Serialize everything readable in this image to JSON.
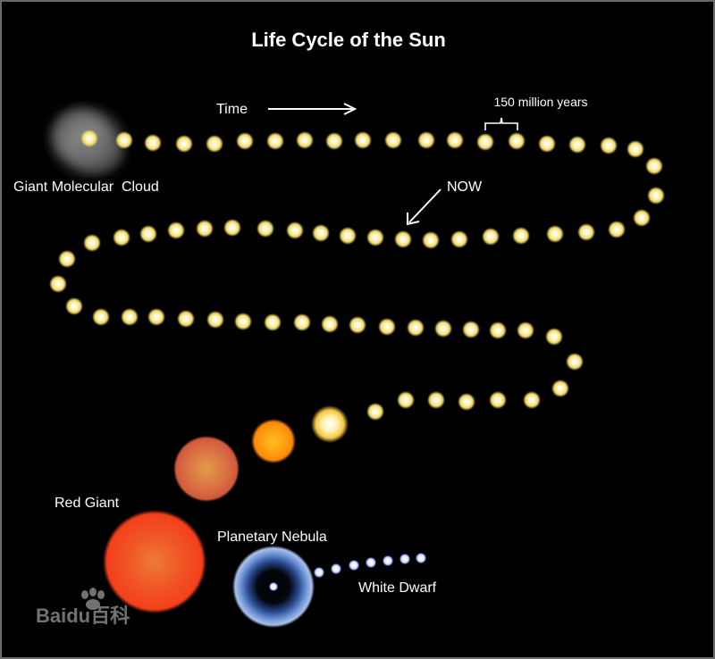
{
  "title": "Life Cycle of the Sun",
  "labels": {
    "time": "Time",
    "interval": "150 million years",
    "now": "NOW",
    "molecular_cloud": "Giant Molecular  Cloud",
    "red_giant": "Red Giant",
    "planetary_nebula": "Planetary Nebula",
    "white_dwarf": "White Dwarf"
  },
  "watermark": "Baidu百科",
  "colors": {
    "background": "#000000",
    "sun_core": "#fffbe0",
    "sun_glow": "#f2dc6c",
    "orange_star": "#ff9a10",
    "red_giant": "#f4401c",
    "nebula_ring": "#5b86d4",
    "white_dwarf": "#d6dcff",
    "text": "#ffffff"
  }
}
